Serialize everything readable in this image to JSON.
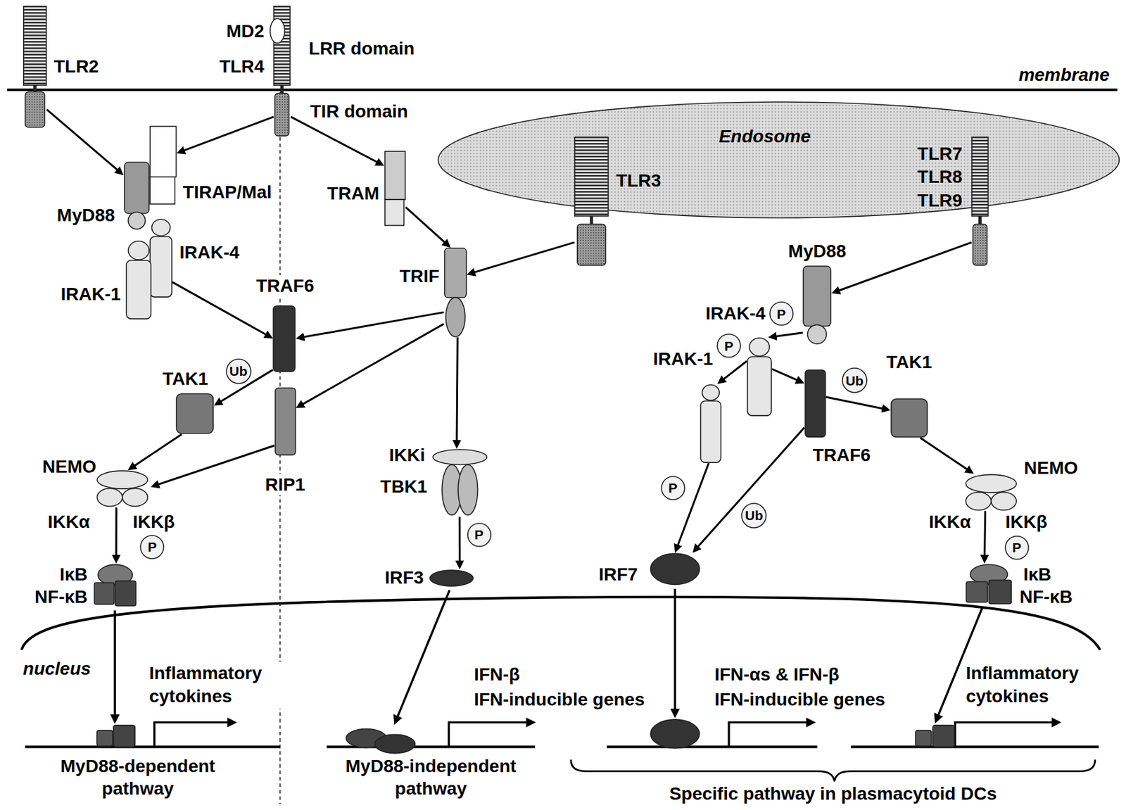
{
  "diagram": {
    "nodes": [
      {
        "text": [
          "TLR2"
        ]
      },
      {
        "text": [
          "TLR4"
        ]
      },
      {
        "text": [
          "MD2"
        ]
      },
      {
        "text": [
          "TIRAP/Mal"
        ]
      },
      {
        "text": [
          "MyD88"
        ]
      },
      {
        "text": [
          "IRAK-4"
        ]
      },
      {
        "text": [
          "IRAK-1"
        ]
      },
      {
        "text": [
          "TRAF6"
        ]
      },
      {
        "text": [
          "Ub"
        ]
      },
      {
        "text": [
          "TAK1"
        ]
      },
      {
        "text": [
          "RIP1"
        ]
      },
      {
        "text": [
          "NEMO",
          "IKKα",
          "IKKβ"
        ]
      },
      {
        "text": [
          "P"
        ]
      },
      {
        "text": [
          "IκB",
          "NF-κB"
        ]
      },
      {
        "text": [
          "TRAM"
        ]
      },
      {
        "text": [
          "TRIF"
        ]
      },
      {
        "text": [
          "IKKi",
          "TBK1"
        ]
      },
      {
        "text": [
          "P"
        ]
      },
      {
        "text": [
          "IRF3"
        ]
      },
      {
        "text": [
          "Endosome"
        ]
      },
      {
        "text": [
          "TLR3"
        ],
        "in": 19
      },
      {
        "text": [
          "TLR7 TLR8 TLR9"
        ],
        "in": 19
      },
      {
        "text": [
          "MyD88"
        ]
      },
      {
        "text": [
          "P"
        ]
      },
      {
        "text": [
          "IRAK-4"
        ]
      },
      {
        "text": [
          "P"
        ]
      },
      {
        "text": [
          "IRAK-1"
        ]
      },
      {
        "text": [
          "TRAF6"
        ]
      },
      {
        "text": [
          "Ub"
        ]
      },
      {
        "text": [
          "TAK1"
        ]
      },
      {
        "text": [
          "P"
        ]
      },
      {
        "text": [
          "Ub"
        ]
      },
      {
        "text": [
          "IRF7"
        ]
      },
      {
        "text": [
          "NEMO",
          "IKKα",
          "IKKβ"
        ]
      },
      {
        "text": [
          "P"
        ]
      },
      {
        "text": [
          "IκB",
          "NF-κB"
        ]
      }
    ],
    "edges": [
      {
        "from": 0,
        "to": 4,
        "arrow": "to"
      },
      {
        "from": 1,
        "to": 3,
        "arrow": "to"
      },
      {
        "from": 1,
        "to": 14,
        "arrow": "to"
      },
      {
        "from": 5,
        "to": 7,
        "arrow": "to"
      },
      {
        "from": 7,
        "to": 9,
        "arrow": "to"
      },
      {
        "from": 9,
        "to": 11,
        "arrow": "to"
      },
      {
        "from": 10,
        "to": 11,
        "arrow": "to"
      },
      {
        "from": 11,
        "to": 13,
        "arrow": "to"
      },
      {
        "from": 14,
        "to": 15,
        "arrow": "to"
      },
      {
        "from": 20,
        "to": 15,
        "arrow": "to"
      },
      {
        "from": 15,
        "to": 7,
        "arrow": "to"
      },
      {
        "from": 15,
        "to": 10,
        "arrow": "to"
      },
      {
        "from": 15,
        "to": 16,
        "arrow": "to"
      },
      {
        "from": 16,
        "to": 18,
        "arrow": "to"
      },
      {
        "from": 21,
        "to": 22,
        "arrow": "to"
      },
      {
        "from": 22,
        "to": 24,
        "arrow": "to"
      },
      {
        "from": 24,
        "to": 26,
        "arrow": "to"
      },
      {
        "from": 24,
        "to": 27,
        "arrow": "to"
      },
      {
        "from": 26,
        "to": 32,
        "arrow": "to"
      },
      {
        "from": 27,
        "to": 32,
        "arrow": "to"
      },
      {
        "from": 27,
        "to": 29,
        "arrow": "to"
      },
      {
        "from": 29,
        "to": 33,
        "arrow": "to"
      },
      {
        "from": 33,
        "to": 35,
        "arrow": "to"
      }
    ],
    "labels": [
      "LRR domain",
      "TIR domain",
      "membrane",
      "nucleus",
      "Inflammatory cytokines",
      "IFN-β",
      "IFN-inducible genes",
      "IFN-αs & IFN-β",
      "IFN-inducible genes",
      "Inflammatory cytokines",
      "MyD88-dependent pathway",
      "MyD88-independent pathway",
      "Specific pathway in plasmacytoid DCs"
    ]
  }
}
